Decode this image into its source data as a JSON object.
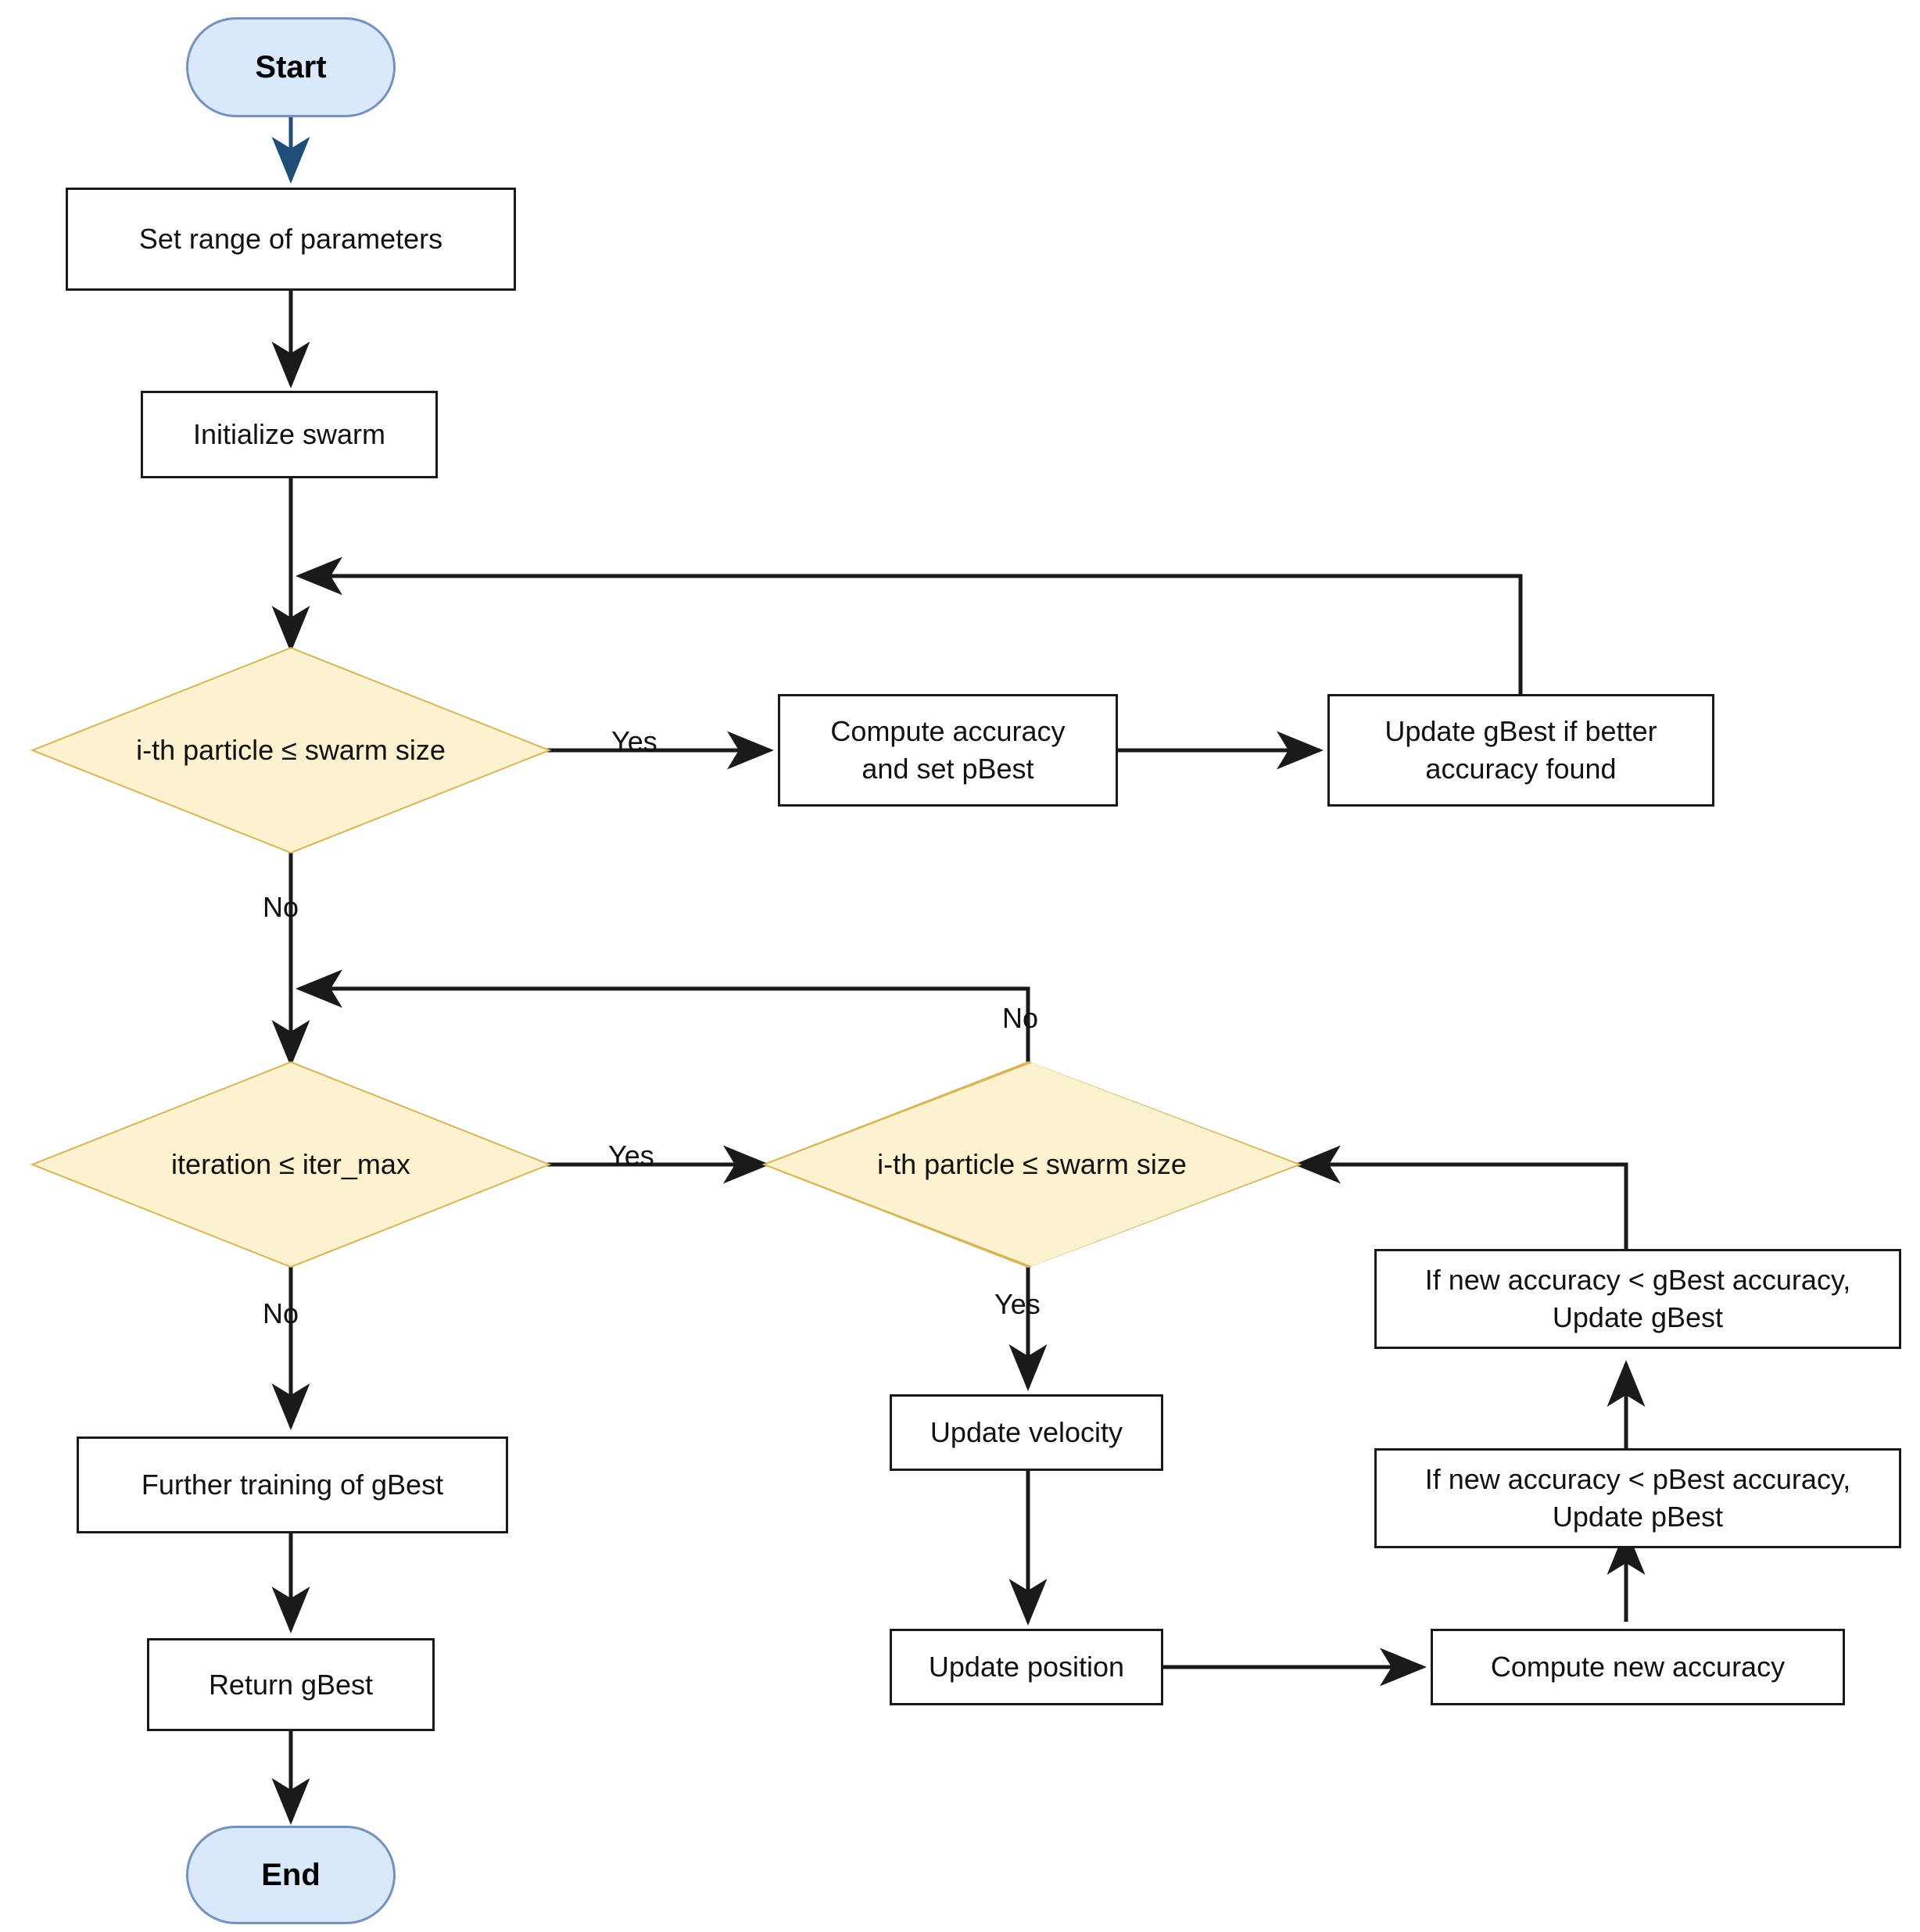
{
  "diagram": {
    "title": "Particle Swarm Optimization (PSO) hyperparameter search flowchart",
    "colors": {
      "terminal_fill": "#dae8fc",
      "terminal_stroke": "#7392bf",
      "decision_fill": "#fdf2cf",
      "decision_stroke": "#d6b656",
      "process_fill": "#ffffff",
      "process_stroke": "#1a1a1a",
      "edge_stroke": "#1a1a1a",
      "start_edge_stroke": "#1f4e79"
    },
    "nodes": [
      {
        "id": "start",
        "type": "terminal",
        "label": "Start"
      },
      {
        "id": "set_range",
        "type": "process",
        "label": "Set range of parameters"
      },
      {
        "id": "init_swarm",
        "type": "process",
        "label": "Initialize swarm"
      },
      {
        "id": "particle1",
        "type": "decision",
        "label": "i-th particle ≤ swarm size"
      },
      {
        "id": "compute_acc",
        "type": "process",
        "label": "Compute accuracy\nand set pBest"
      },
      {
        "id": "update_gbest",
        "type": "process",
        "label": "Update gBest if better\naccuracy found"
      },
      {
        "id": "iteration",
        "type": "decision",
        "label": "iteration ≤ iter_max"
      },
      {
        "id": "particle2",
        "type": "decision",
        "label": "i-th particle ≤ swarm size"
      },
      {
        "id": "further",
        "type": "process",
        "label": "Further training of gBest"
      },
      {
        "id": "return_gbest",
        "type": "process",
        "label": "Return gBest"
      },
      {
        "id": "end",
        "type": "terminal",
        "label": "End"
      },
      {
        "id": "upd_vel",
        "type": "process",
        "label": "Update velocity"
      },
      {
        "id": "upd_pos",
        "type": "process",
        "label": "Update position"
      },
      {
        "id": "compute_new",
        "type": "process",
        "label": "Compute new accuracy"
      },
      {
        "id": "if_pbest",
        "type": "process",
        "label": "If new accuracy < pBest accuracy,\nUpdate pBest"
      },
      {
        "id": "if_gbest",
        "type": "process",
        "label": "If new accuracy < gBest accuracy,\nUpdate gBest"
      }
    ],
    "edge_labels": [
      {
        "id": "yes1",
        "text": "Yes"
      },
      {
        "id": "no1",
        "text": "No"
      },
      {
        "id": "no2",
        "text": "No"
      },
      {
        "id": "yes2",
        "text": "Yes"
      },
      {
        "id": "no3",
        "text": "No"
      },
      {
        "id": "yes3",
        "text": "Yes"
      }
    ],
    "edges": [
      {
        "from": "start",
        "to": "set_range",
        "label": ""
      },
      {
        "from": "set_range",
        "to": "init_swarm",
        "label": ""
      },
      {
        "from": "init_swarm",
        "to": "particle1",
        "label": ""
      },
      {
        "from": "particle1",
        "to": "compute_acc",
        "label": "Yes"
      },
      {
        "from": "compute_acc",
        "to": "update_gbest",
        "label": ""
      },
      {
        "from": "update_gbest",
        "to": "particle1",
        "label": ""
      },
      {
        "from": "particle1",
        "to": "iteration",
        "label": "No"
      },
      {
        "from": "iteration",
        "to": "particle2",
        "label": "Yes"
      },
      {
        "from": "particle2",
        "to": "iteration",
        "label": "No"
      },
      {
        "from": "iteration",
        "to": "further",
        "label": "No"
      },
      {
        "from": "further",
        "to": "return_gbest",
        "label": ""
      },
      {
        "from": "return_gbest",
        "to": "end",
        "label": ""
      },
      {
        "from": "particle2",
        "to": "upd_vel",
        "label": "Yes"
      },
      {
        "from": "upd_vel",
        "to": "upd_pos",
        "label": ""
      },
      {
        "from": "upd_pos",
        "to": "compute_new",
        "label": ""
      },
      {
        "from": "compute_new",
        "to": "if_pbest",
        "label": ""
      },
      {
        "from": "if_pbest",
        "to": "if_gbest",
        "label": ""
      },
      {
        "from": "if_gbest",
        "to": "particle2",
        "label": ""
      }
    ]
  }
}
